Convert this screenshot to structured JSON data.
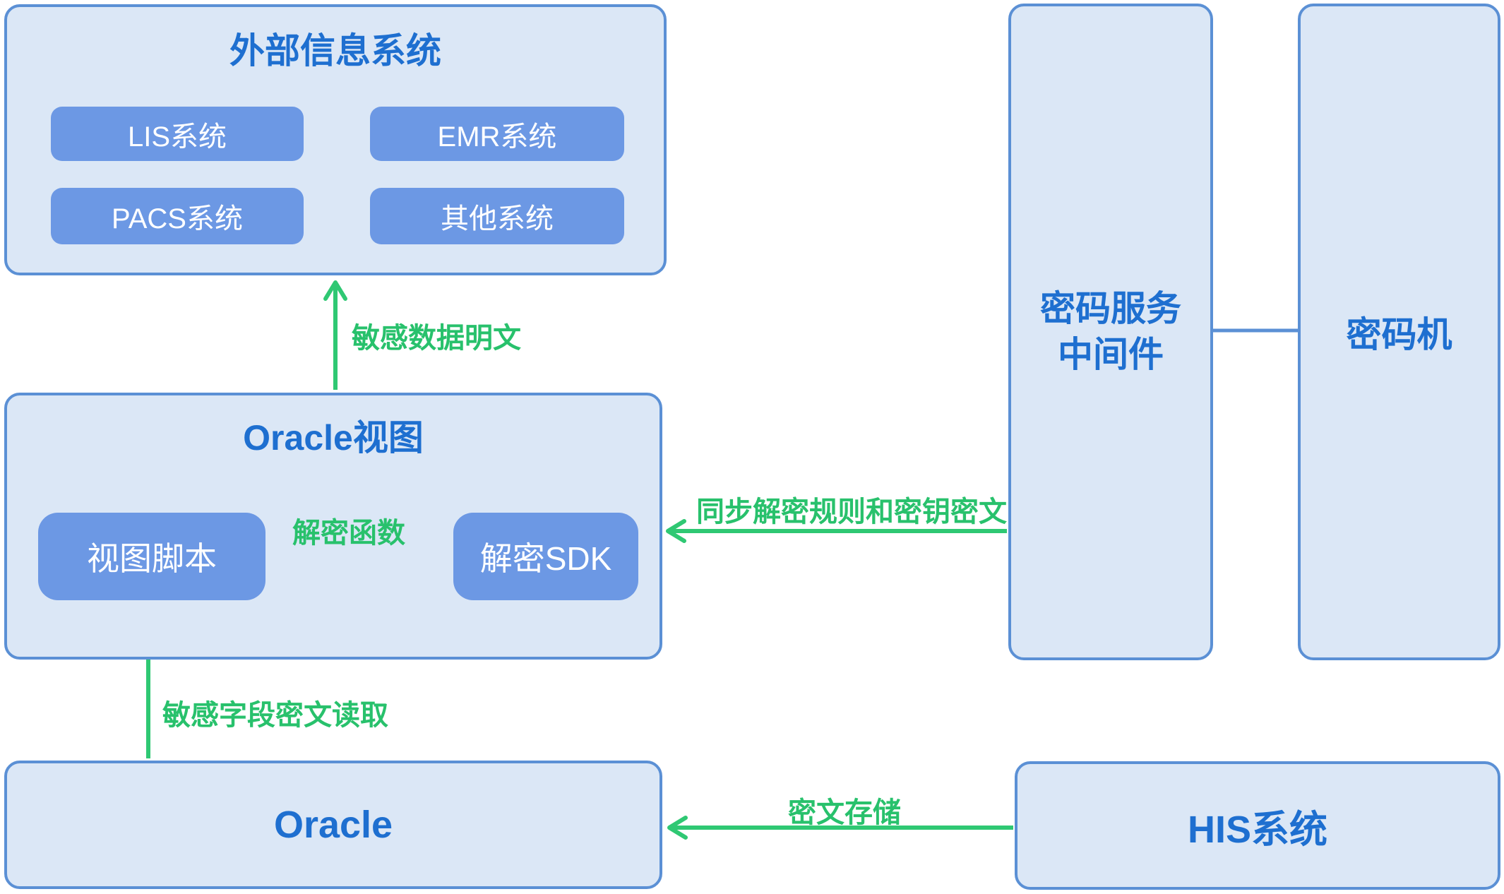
{
  "external_system": {
    "title": "外部信息系统",
    "items": [
      "LIS系统",
      "EMR系统",
      "PACS系统",
      "其他系统"
    ]
  },
  "oracle_view": {
    "title": "Oracle视图",
    "script_label": "视图脚本",
    "sdk_label": "解密SDK"
  },
  "oracle_db": {
    "title": "Oracle"
  },
  "middleware": {
    "title_line1": "密码服务",
    "title_line2": "中间件"
  },
  "crypto_machine": {
    "title": "密码机"
  },
  "his_system": {
    "title": "HIS系统"
  },
  "flow_labels": {
    "sensitive_plaintext": "敏感数据明文",
    "decrypt_function": "解密函数",
    "sync_rules": "同步解密规则和密钥密文",
    "ciphertext_read": "敏感字段密文读取",
    "ciphertext_store": "密文存储"
  },
  "colors": {
    "box_fill": "#dbe7f6",
    "box_border": "#5b90d5",
    "button_fill": "#6c98e4",
    "button_text": "#ffffff",
    "title_blue": "#1e6fd0",
    "arrow_green": "#2fc873",
    "label_green": "#28c16c"
  }
}
